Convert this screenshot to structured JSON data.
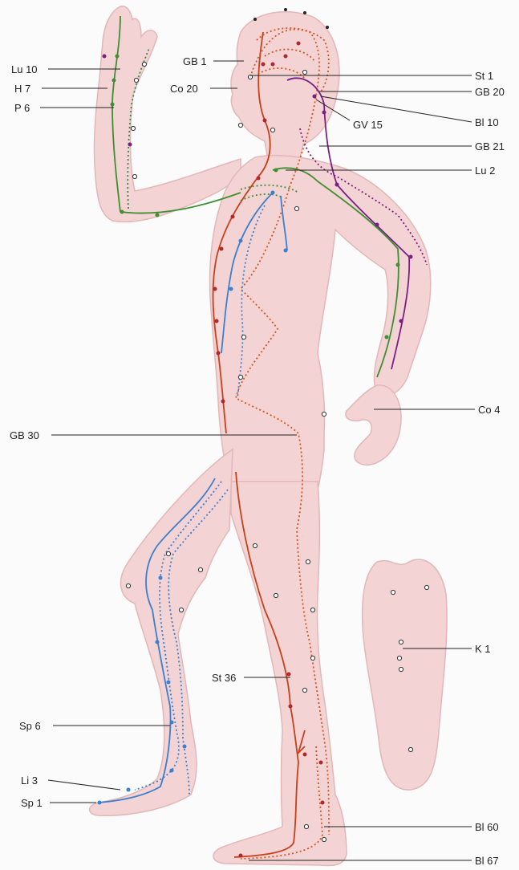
{
  "labels": {
    "lu10": "Lu 10",
    "h7": "H 7",
    "p6": "P 6",
    "gb1": "GB 1",
    "co20": "Co 20",
    "st1": "St 1",
    "gb20": "GB 20",
    "gv15": "GV 15",
    "bl10": "Bl 10",
    "gb21": "GB 21",
    "lu2": "Lu 2",
    "co4": "Co 4",
    "gb30": "GB 30",
    "k1": "K 1",
    "st36": "St 36",
    "sp6": "Sp 6",
    "li3": "Li 3",
    "sp1": "Sp 1",
    "bl60": "Bl 60",
    "bl67": "Bl 67"
  },
  "colors": {
    "skin": "#f3d3d3",
    "skin_outline": "#e2b7b7",
    "stomach_line": "#c6401a",
    "gallbladder_line": "#d9531e",
    "lung_line": "#3f8f32",
    "heart_line": "#2f8a44",
    "spleen_line": "#3a7fd0",
    "bladder_line": "#7a1f86",
    "point_dot": "#2a2a2a"
  }
}
